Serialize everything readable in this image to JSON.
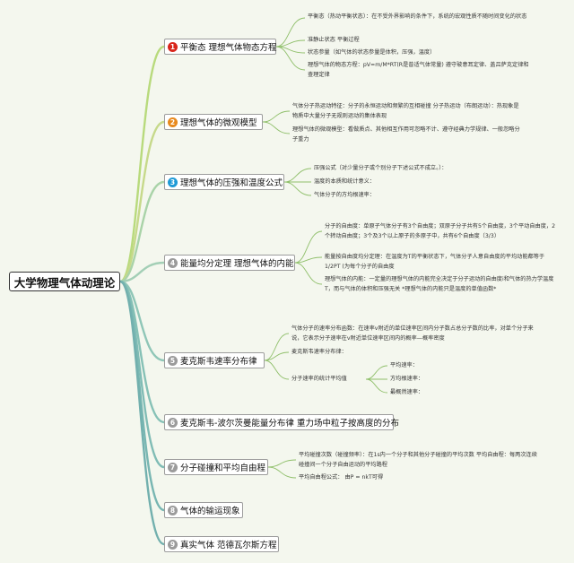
{
  "root": "大学物理气体动理论",
  "topics": [
    {
      "num": "1",
      "label": "平衡态 理想气体物态方程",
      "badge_color": "#d9261c"
    },
    {
      "num": "2",
      "label": "理想气体的微观模型",
      "badge_color": "#e8891d"
    },
    {
      "num": "3",
      "label": "理想气体的压强和温度公式",
      "badge_color": "#1f9ad6"
    },
    {
      "num": "4",
      "label": "能量均分定理 理想气体的内能",
      "badge_color": "#9b9b9b"
    },
    {
      "num": "5",
      "label": "麦克斯韦速率分布律",
      "badge_color": "#9b9b9b"
    },
    {
      "num": "6",
      "label": "麦克斯韦-波尔茨曼能量分布律 重力场中粒子按高度的分布",
      "badge_color": "#9b9b9b"
    },
    {
      "num": "7",
      "label": "分子碰撞和平均自由程",
      "badge_color": "#9b9b9b"
    },
    {
      "num": "8",
      "label": "气体的输运现象",
      "badge_color": "#9b9b9b"
    },
    {
      "num": "9",
      "label": "真实气体 范德瓦尔斯方程",
      "badge_color": "#9b9b9b"
    }
  ],
  "leaves": {
    "t1_equilibrium": "平衡态（热动平衡状态）：在不受外界影响的条件下，系统的宏观性质不随时间变化的状态",
    "t1_quasistatic": "准静止状态 平衡过程",
    "t1_state_params": "状态参量（如气体的状态参量是体积，压强，温度）",
    "t1_state_eq": "理想气体的物态方程：pV=m/M*RT(R是普适气体常量) 遵守玻意耳定律、盖吕萨克定律和查理定律",
    "t2_thermal": "气体分子热运动特征：分子的永恒运动和频繁的互相碰撞 分子热运动（布朗运动）：热现象是物质中大量分子无规则运动的集体表现",
    "t2_micro": "理想气体的微观模型：看做质点、其他相互作用可忽略不计、遵守经典力学规律、一般忽略分子重力",
    "t3_pressure": "压强公式（对少量分子或个别分子下述公式不成立。）：",
    "t3_temperature": "温度的本质和统计意义：",
    "t3_rms": "气体分子的方均根速率：",
    "t4_dof": "分子的自由度：单原子气体分子有3个自由度；双原子分子共有5个自由度，3个平动自由度，2个转动自由度；3个及3个以上原子的多原子中，共有6个自由度（3/3）",
    "t4_equipartition": "能量按自由度均分定理：在温度为T的平衡状态下，气体分子人意自由度的平均动能都等于1/2PT (为每个分子的自由度",
    "t4_internal": "理想气体的内能：一定量的理想气体的内能完全决定于分子运动的自由度i和气体的热力学温度T，而与气体的体积和压强无关 *理想气体的内能只是温度的单值函数*",
    "t5_distribution": "气体分子的速率分布函数：在速率v附近的单位速率区间内分子数占总分子数的比率，对单个分子来说，它表示分子速率在v附近单位速率区间内的概率—概率密度",
    "t5_maxwell": "麦克斯韦速率分布律：",
    "t5_averages": "分子速率的统计平均值",
    "t5_avg_mean": "平均速率：",
    "t5_avg_rms": "方均根速率：",
    "t5_avg_prob": "最概然速率：",
    "t7_collision": "平均碰撞次数（碰撞频率）：在1s内一个分子和其他分子碰撞的平均次数 平均自由程：每两次连续碰撞间一个分子自由运动的平均路程",
    "t7_formula": "平均自由程公式： 由P = nkT可得"
  }
}
